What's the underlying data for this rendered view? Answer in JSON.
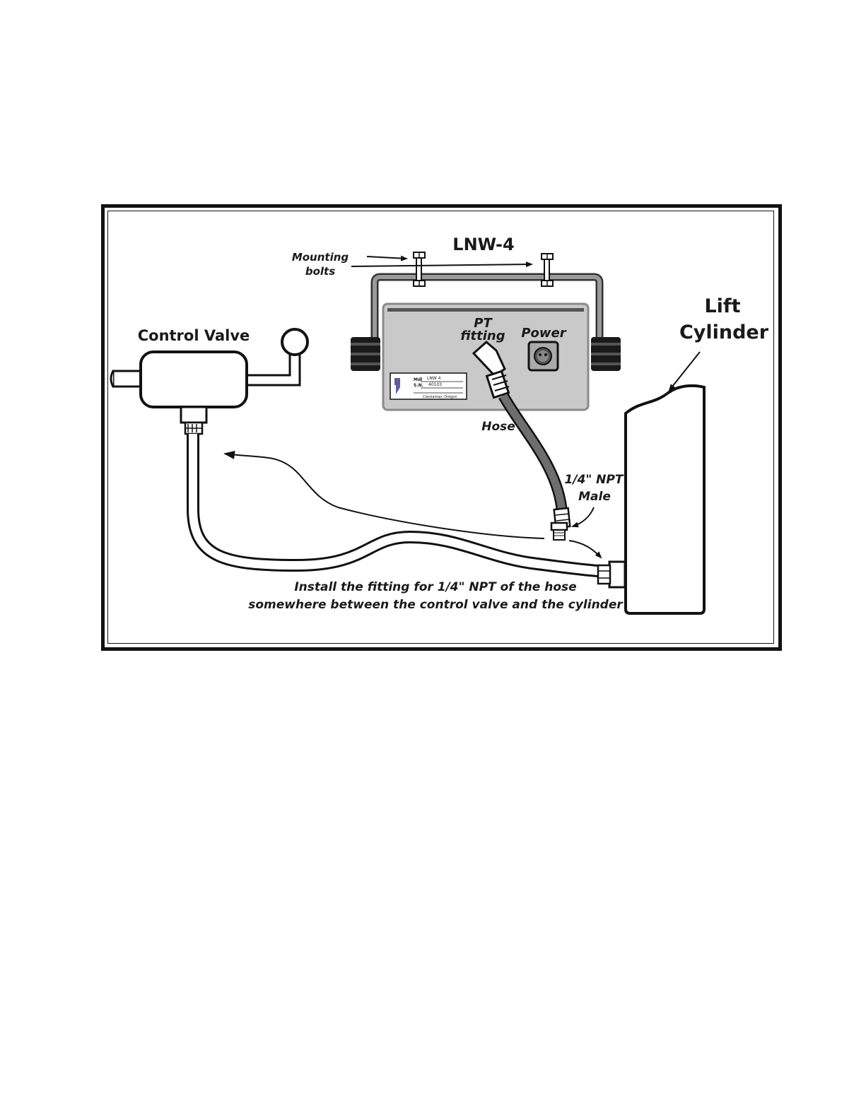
{
  "diagram": {
    "labels": {
      "model": "LNW-4",
      "mounting": "Mounting",
      "bolts": "bolts",
      "pt": "PT",
      "fitting": "fitting",
      "power": "Power",
      "control_valve": "Control Valve",
      "lift": "Lift",
      "cylinder": "Cylinder",
      "hose": "Hose",
      "npt": "1/4\" NPT",
      "male": "Male",
      "install_line1": "Install the fitting for 1/4\" NPT of the hose",
      "install_line2": "somewhere between the control valve and the cylinder"
    },
    "nameplate": {
      "mdl_label": "Mdl",
      "mdl_value": "LNW 4",
      "sn_label": "S.N.",
      "sn_value": "40103",
      "location": "Clackamas, Oregon"
    }
  }
}
